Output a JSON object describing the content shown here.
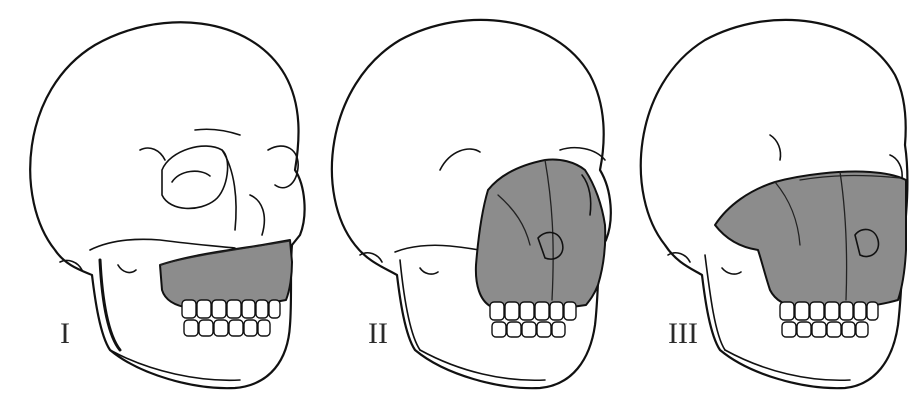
{
  "panels": [
    {
      "label": "I"
    },
    {
      "label": "II"
    },
    {
      "label": "III"
    }
  ],
  "colors": {
    "fracture_fill": "#8c8c8c",
    "line": "#111111",
    "background": "#ffffff"
  }
}
